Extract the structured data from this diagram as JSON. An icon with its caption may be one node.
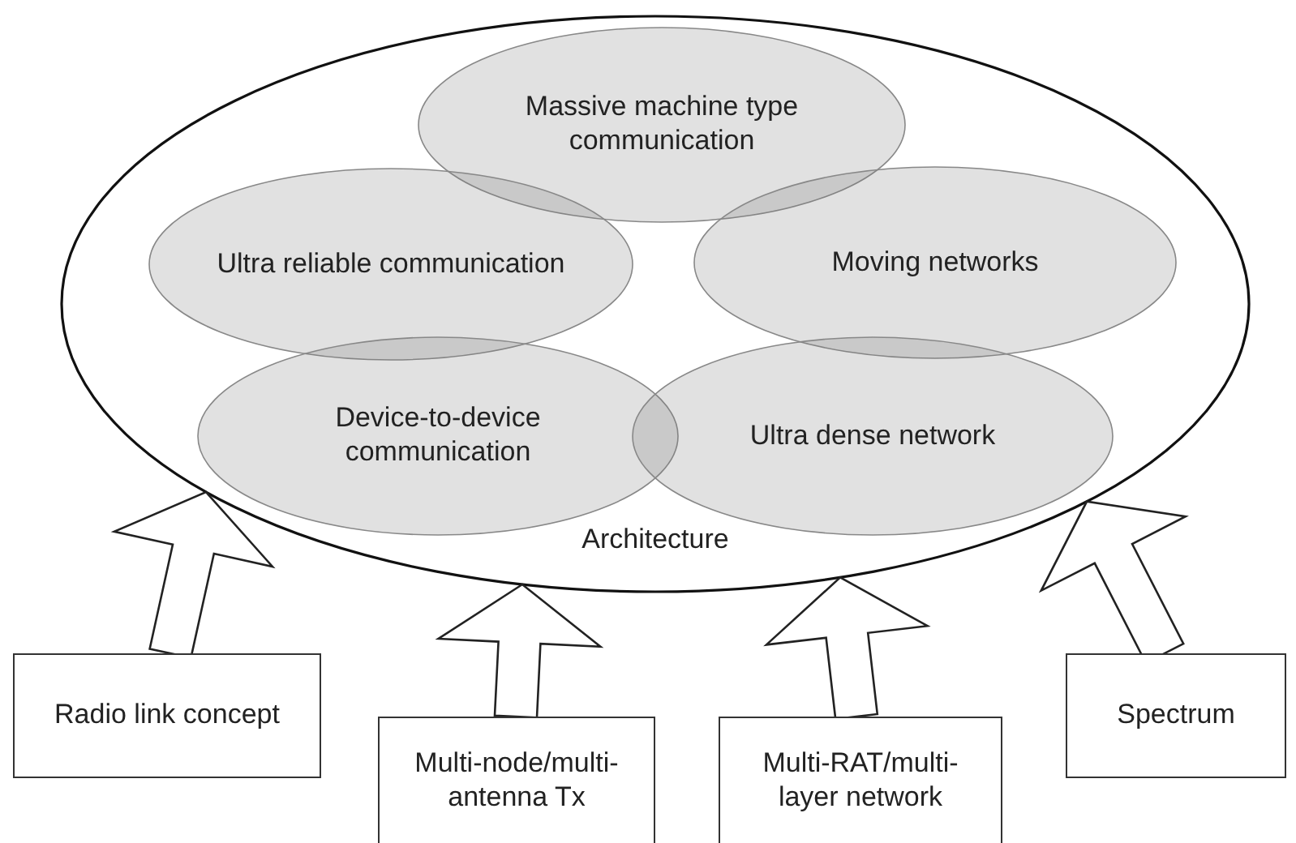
{
  "diagram": {
    "nodes": [
      {
        "text": [
          "Architecture"
        ]
      },
      {
        "text": [
          "Massive machine type communication"
        ],
        "in": 0
      },
      {
        "text": [
          "Ultra reliable communication"
        ],
        "in": 0
      },
      {
        "text": [
          "Moving networks"
        ],
        "in": 0
      },
      {
        "text": [
          "Device-to-device communication"
        ],
        "in": 0
      },
      {
        "text": [
          "Ultra dense network"
        ],
        "in": 0
      },
      {
        "text": [
          "Radio link concept"
        ]
      },
      {
        "text": [
          "Multi-node/multi-antenna Tx"
        ]
      },
      {
        "text": [
          "Multi-RAT/multi-layer network"
        ]
      },
      {
        "text": [
          "Spectrum"
        ]
      }
    ],
    "edges": [
      {
        "from": 6,
        "to": 0,
        "arrow": "to"
      },
      {
        "from": 7,
        "to": 0,
        "arrow": "to"
      },
      {
        "from": 8,
        "to": 0,
        "arrow": "to"
      },
      {
        "from": 9,
        "to": 0,
        "arrow": "to"
      }
    ]
  }
}
